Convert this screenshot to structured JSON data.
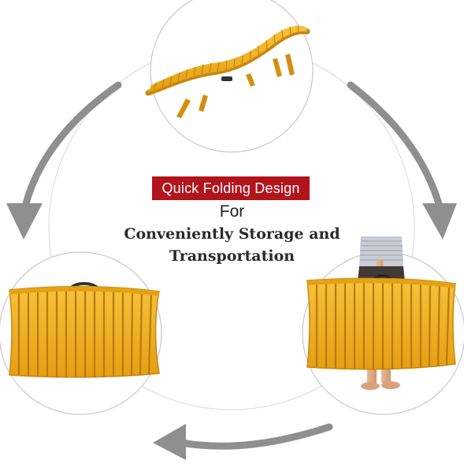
{
  "headline": {
    "badge_text": "Quick Folding Design",
    "badge_color": "#b3131b",
    "connector": "For",
    "tagline_line1": "Conveniently Storage and",
    "tagline_line2": "Transportation"
  },
  "steps": [
    {
      "name": "unfolded-chaise-lounge",
      "state": "unfolded"
    },
    {
      "name": "folded-chair",
      "state": "folded"
    },
    {
      "name": "carried-chair",
      "state": "carried"
    }
  ],
  "colors": {
    "wood": "#f2b01e",
    "wood_shade": "#d38f0e",
    "arrow": "#8f8f8f",
    "circle_outline": "#c9c9c9"
  },
  "icons": [
    "arrow-right-down-icon",
    "arrow-left-down-icon",
    "arrow-bottom-left-icon"
  ]
}
